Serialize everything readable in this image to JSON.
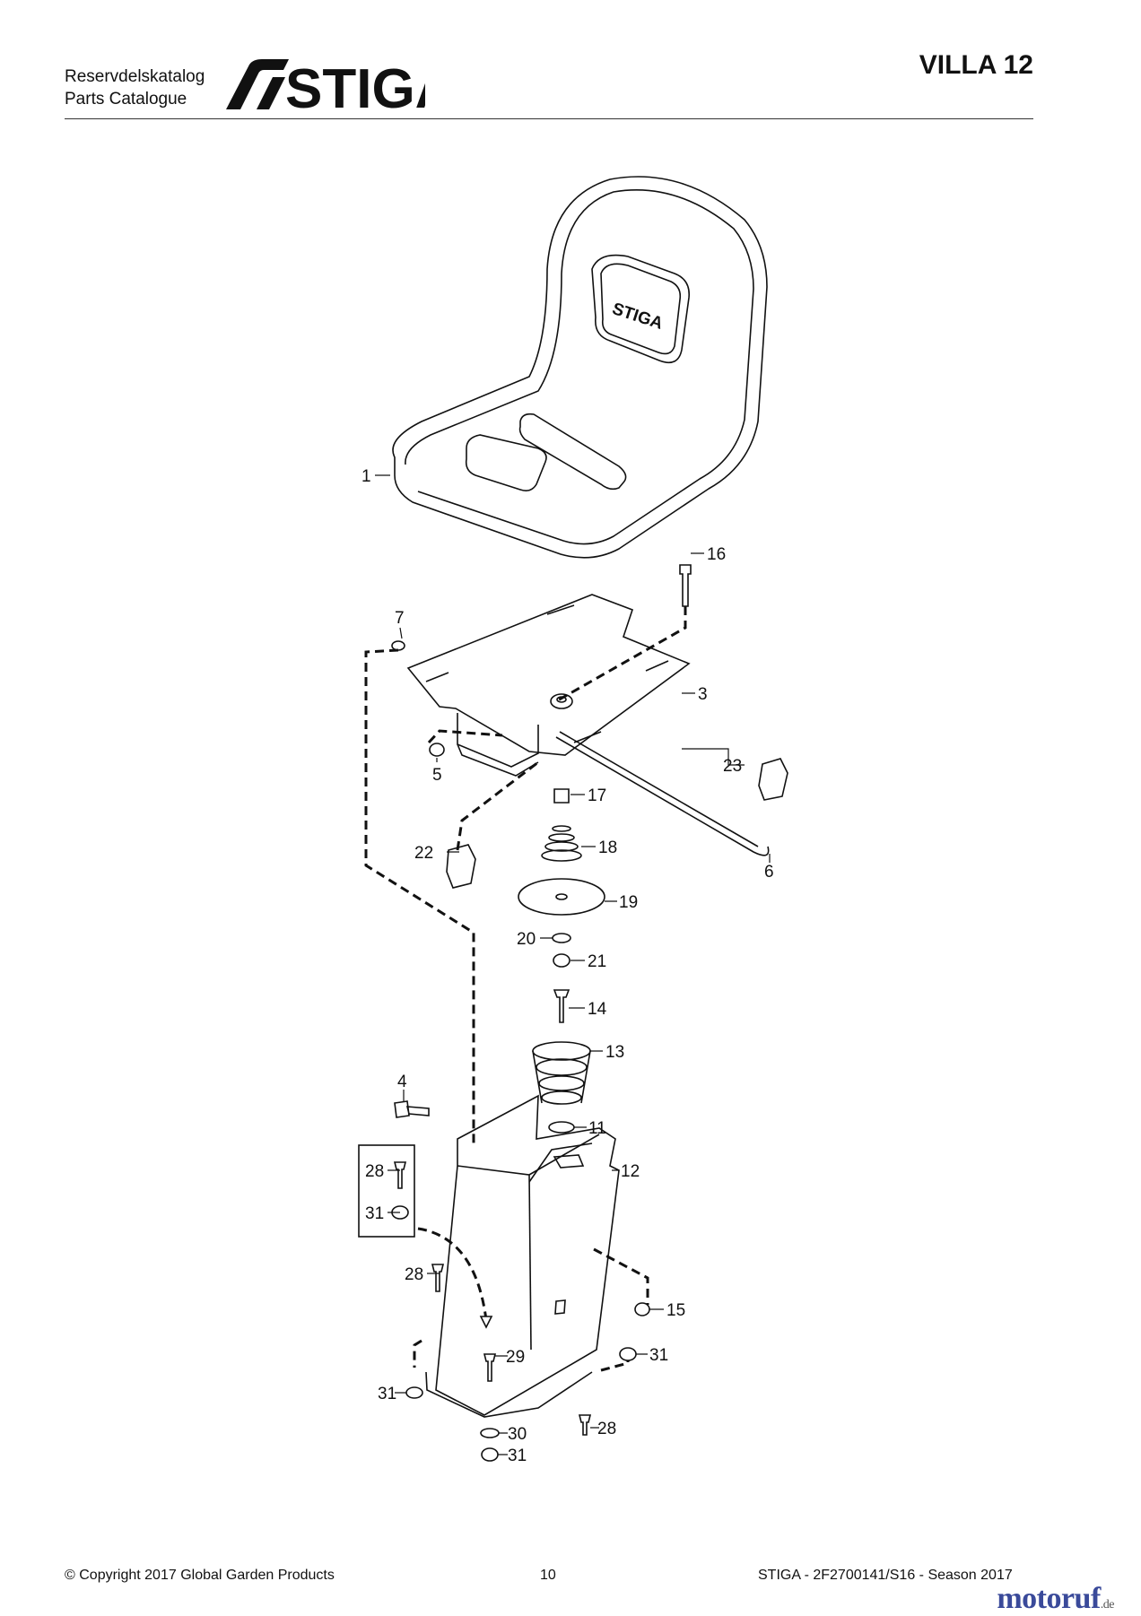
{
  "header": {
    "line1": "Reservdelskatalog",
    "line2": "Parts Catalogue",
    "brand": "STIGA",
    "model": "VILLA 12"
  },
  "diagram": {
    "seat_emboss": "STIGA",
    "callouts": [
      "1",
      "16",
      "7",
      "3",
      "5",
      "23",
      "17",
      "22",
      "18",
      "6",
      "19",
      "20",
      "21",
      "14",
      "13",
      "4",
      "11",
      "28",
      "12",
      "31",
      "28",
      "15",
      "29",
      "31",
      "31",
      "30",
      "28",
      "31"
    ]
  },
  "footer": {
    "copyright": "© Copyright 2017 Global Garden Products",
    "page": "10",
    "code": "STIGA - 2F2700141/S16 - Season 2017"
  },
  "watermark": {
    "name": "motoruf",
    "tld": ".de"
  }
}
